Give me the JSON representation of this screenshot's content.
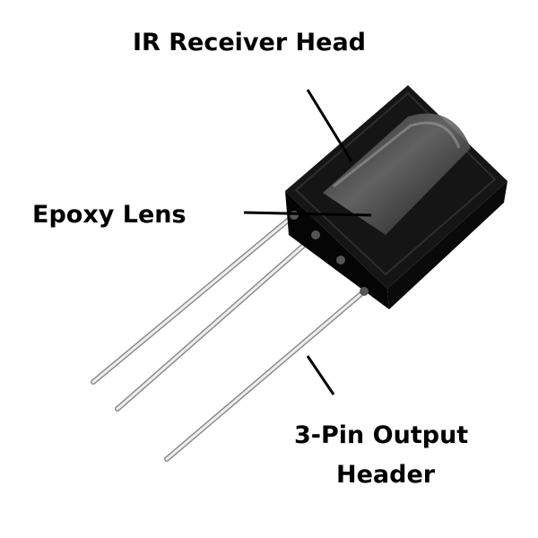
{
  "labels": {
    "head": "IR Receiver Head",
    "lens": "Epoxy Lens",
    "pins_line1": "3-Pin Output",
    "pins_line2": "Header"
  },
  "colors": {
    "body": "#0c0c0c",
    "pin": "#d9d9d9",
    "text": "#000000"
  }
}
